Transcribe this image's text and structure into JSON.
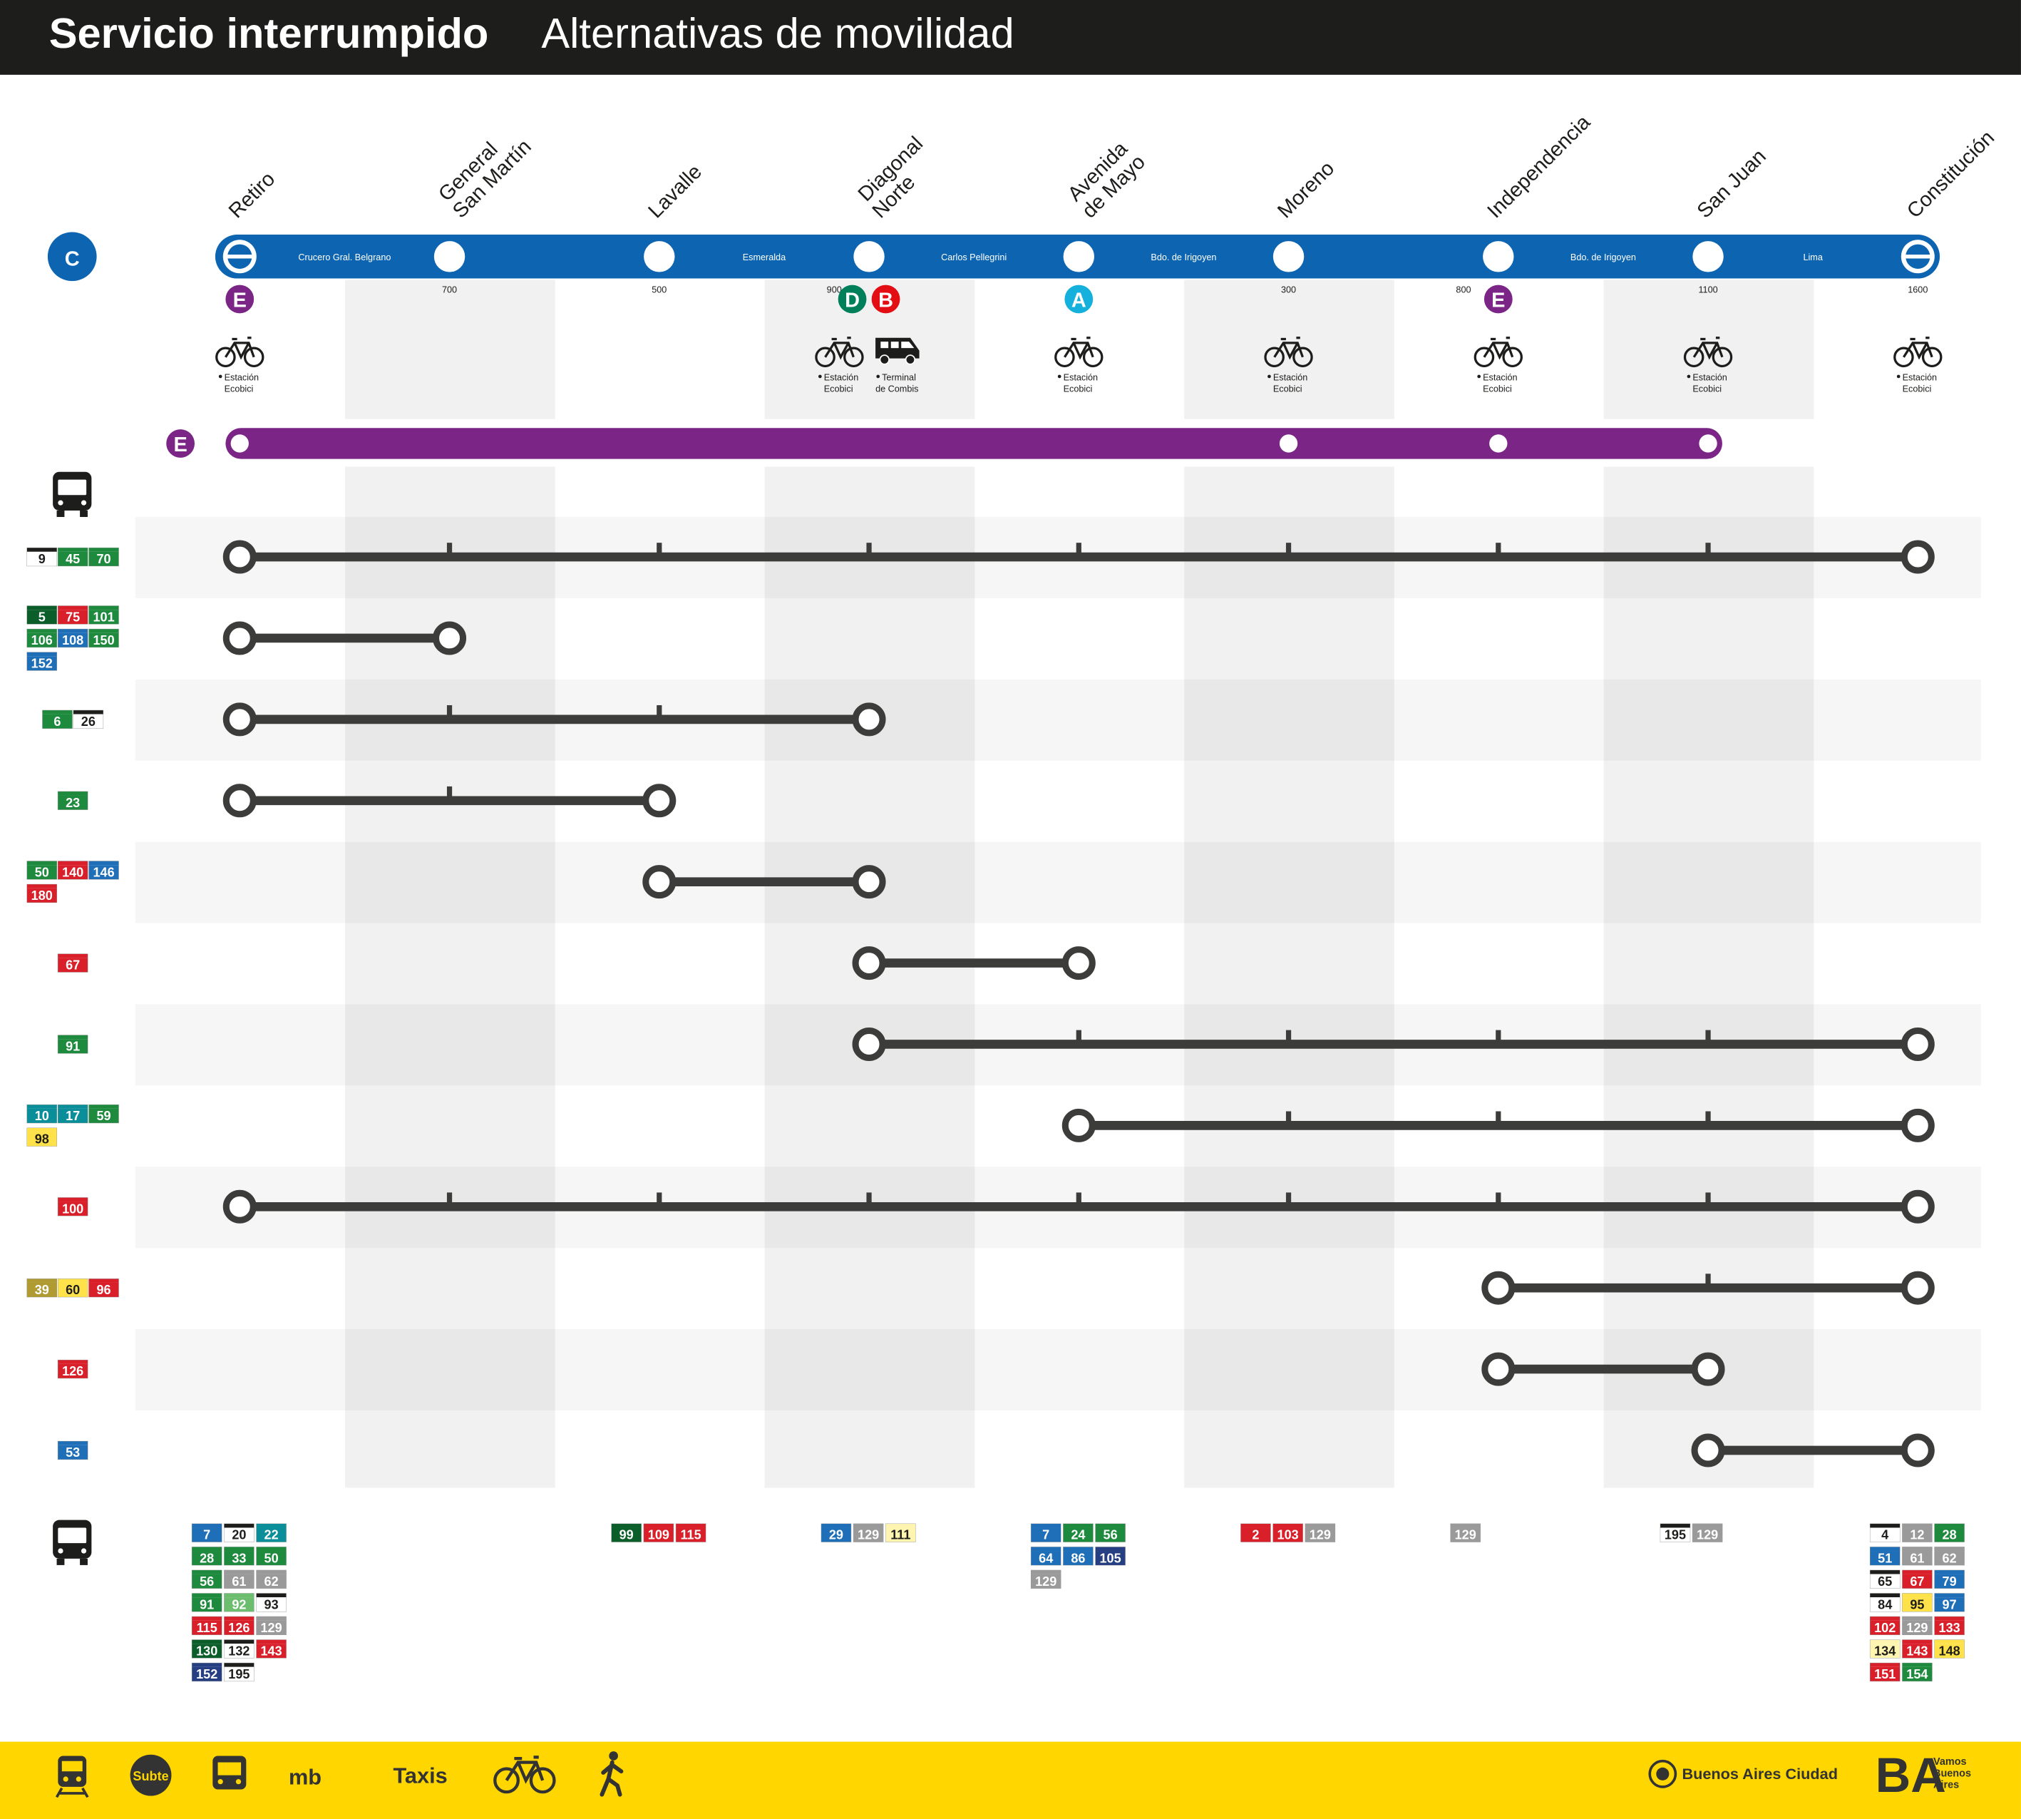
{
  "header": {
    "title_bold": "Servicio interrumpido",
    "title_light": "Alternativas de movilidad"
  },
  "line": {
    "letter": "C",
    "color": "#0d65b1"
  },
  "stations": [
    {
      "name": "Retiro",
      "name2": "",
      "number": "",
      "terminal": true
    },
    {
      "name": "General",
      "name2": "San Martín",
      "number": "700",
      "terminal": false
    },
    {
      "name": "Lavalle",
      "name2": "",
      "number": "500",
      "terminal": false
    },
    {
      "name": "Diagonal",
      "name2": "Norte",
      "number": "900",
      "terminal": false
    },
    {
      "name": "Avenida",
      "name2": "de Mayo",
      "number": "",
      "terminal": false
    },
    {
      "name": "Moreno",
      "name2": "",
      "number": "300",
      "terminal": false
    },
    {
      "name": "Independencia",
      "name2": "",
      "number": "800",
      "terminal": false
    },
    {
      "name": "San Juan",
      "name2": "",
      "number": "1100",
      "terminal": false
    },
    {
      "name": "Constitución",
      "name2": "",
      "number": "1600",
      "terminal": true
    }
  ],
  "segments": [
    "Crucero Gral. Belgrano",
    "",
    "Esmeralda",
    "Carlos Pellegrini",
    "Bdo. de Irigoyen",
    "",
    "Bdo. de Irigoyen",
    "Lima"
  ],
  "connections": [
    {
      "station": 0,
      "letter": "E",
      "color": "#7b2587"
    },
    {
      "station": 3,
      "letter": "D",
      "color": "#00805a"
    },
    {
      "station": 3,
      "letter": "B",
      "color": "#e30e14"
    },
    {
      "station": 4,
      "letter": "A",
      "color": "#15b1dc"
    },
    {
      "station": 6,
      "letter": "E",
      "color": "#7b2587"
    }
  ],
  "ecobici_label": [
    "Estación",
    "Ecobici"
  ],
  "combis_label": [
    "Terminal",
    "de Combis"
  ],
  "ecobici_stations": [
    0,
    3,
    4,
    5,
    6,
    7,
    8
  ],
  "combis_station": 3,
  "alt_line": {
    "letter": "E",
    "color": "#7b2587",
    "from": 0,
    "to": 7,
    "stops": [
      5,
      6,
      7
    ]
  },
  "route_colors": {
    "green": "#1e8a3d",
    "red": "#d9202a",
    "blue": "#1f6fb8",
    "navy": "#263f82",
    "white": "#ffffff",
    "gray": "#9a9a9a",
    "yellow": "#ffe14a",
    "teal": "#0a8e99",
    "darkgreen": "#0b5e2a",
    "olive": "#b09a32",
    "lightgreen": "#6dbd6f",
    "cream": "#fff4b0"
  },
  "bus_rows": [
    {
      "from": 0,
      "to": 8,
      "routes": [
        [
          "9",
          "white"
        ],
        [
          "45",
          "green"
        ],
        [
          "70",
          "green"
        ]
      ]
    },
    {
      "from": 0,
      "to": 1,
      "routes": [
        [
          "5",
          "darkgreen"
        ],
        [
          "75",
          "red"
        ],
        [
          "101",
          "green"
        ],
        [
          "106",
          "green"
        ],
        [
          "108",
          "blue"
        ],
        [
          "150",
          "green"
        ],
        [
          "152",
          "blue"
        ]
      ]
    },
    {
      "from": 0,
      "to": 3,
      "routes": [
        [
          "6",
          "green"
        ],
        [
          "26",
          "white"
        ]
      ]
    },
    {
      "from": 0,
      "to": 2,
      "routes": [
        [
          "23",
          "green"
        ]
      ]
    },
    {
      "from": 2,
      "to": 3,
      "routes": [
        [
          "50",
          "green"
        ],
        [
          "140",
          "red"
        ],
        [
          "146",
          "blue"
        ],
        [
          "180",
          "red"
        ]
      ]
    },
    {
      "from": 3,
      "to": 4,
      "routes": [
        [
          "67",
          "red"
        ]
      ]
    },
    {
      "from": 3,
      "to": 8,
      "routes": [
        [
          "91",
          "green"
        ]
      ]
    },
    {
      "from": 4,
      "to": 8,
      "routes": [
        [
          "10",
          "teal"
        ],
        [
          "17",
          "teal"
        ],
        [
          "59",
          "green"
        ],
        [
          "98",
          "yellow"
        ]
      ]
    },
    {
      "from": 0,
      "to": 8,
      "routes": [
        [
          "100",
          "red"
        ]
      ]
    },
    {
      "from": 6,
      "to": 8,
      "routes": [
        [
          "39",
          "olive"
        ],
        [
          "60",
          "yellow"
        ],
        [
          "96",
          "red"
        ]
      ]
    },
    {
      "from": 6,
      "to": 7,
      "routes": [
        [
          "126",
          "red"
        ]
      ]
    },
    {
      "from": 7,
      "to": 8,
      "routes": [
        [
          "53",
          "blue"
        ]
      ]
    }
  ],
  "station_buses": [
    {
      "station": 0,
      "routes": [
        [
          "7",
          "blue"
        ],
        [
          "20",
          "white"
        ],
        [
          "22",
          "teal"
        ],
        [
          "28",
          "green"
        ],
        [
          "33",
          "green"
        ],
        [
          "50",
          "green"
        ],
        [
          "56",
          "green"
        ],
        [
          "61",
          "gray"
        ],
        [
          "62",
          "gray"
        ],
        [
          "91",
          "green"
        ],
        [
          "92",
          "lightgreen"
        ],
        [
          "93",
          "white"
        ],
        [
          "115",
          "red"
        ],
        [
          "126",
          "red"
        ],
        [
          "129",
          "gray"
        ],
        [
          "130",
          "darkgreen"
        ],
        [
          "132",
          "white"
        ],
        [
          "143",
          "red"
        ],
        [
          "152",
          "navy"
        ],
        [
          "195",
          "white"
        ]
      ]
    },
    {
      "station": 2,
      "routes": [
        [
          "99",
          "darkgreen"
        ],
        [
          "109",
          "red"
        ],
        [
          "115",
          "red"
        ]
      ]
    },
    {
      "station": 3,
      "routes": [
        [
          "29",
          "blue"
        ],
        [
          "129",
          "gray"
        ],
        [
          "111",
          "cream"
        ]
      ]
    },
    {
      "station": 4,
      "routes": [
        [
          "7",
          "blue"
        ],
        [
          "24",
          "green"
        ],
        [
          "56",
          "green"
        ],
        [
          "64",
          "blue"
        ],
        [
          "86",
          "blue"
        ],
        [
          "105",
          "navy"
        ],
        [
          "129",
          "gray"
        ]
      ]
    },
    {
      "station": 5,
      "routes": [
        [
          "2",
          "red"
        ],
        [
          "103",
          "red"
        ],
        [
          "129",
          "gray"
        ]
      ]
    },
    {
      "station": 6,
      "routes": [
        [
          "129",
          "gray"
        ]
      ]
    },
    {
      "station": 7,
      "routes": [
        [
          "195",
          "white"
        ],
        [
          "129",
          "gray"
        ]
      ]
    },
    {
      "station": 8,
      "routes": [
        [
          "4",
          "white"
        ],
        [
          "12",
          "gray"
        ],
        [
          "28",
          "green"
        ],
        [
          "51",
          "blue"
        ],
        [
          "61",
          "gray"
        ],
        [
          "62",
          "gray"
        ],
        [
          "65",
          "white"
        ],
        [
          "67",
          "red"
        ],
        [
          "79",
          "blue"
        ],
        [
          "84",
          "white"
        ],
        [
          "95",
          "yellow"
        ],
        [
          "97",
          "blue"
        ],
        [
          "102",
          "red"
        ],
        [
          "129",
          "gray"
        ],
        [
          "133",
          "red"
        ],
        [
          "134",
          "cream"
        ],
        [
          "143",
          "red"
        ],
        [
          "148",
          "yellow"
        ],
        [
          "151",
          "red"
        ],
        [
          "154",
          "green"
        ]
      ]
    }
  ],
  "footer": {
    "subte": "Subte",
    "mb": "mb",
    "taxis": "Taxis",
    "city": "Buenos Aires Ciudad",
    "ba": "BA",
    "ba_words": [
      "Vamos",
      "Buenos",
      "Aires"
    ]
  }
}
